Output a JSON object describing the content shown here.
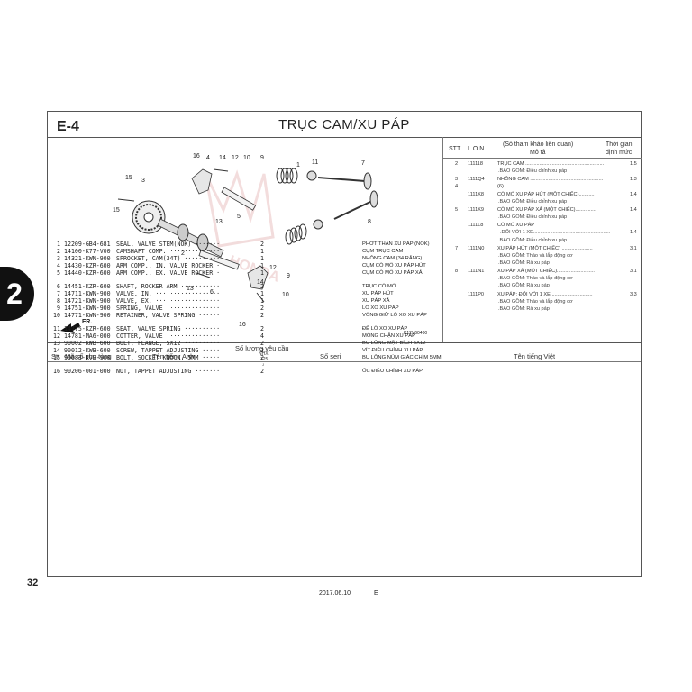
{
  "section_code": "E-4",
  "section_title": "TRỤC CAM/XU PÁP",
  "tab_number": "2",
  "page_number": "32",
  "footer": {
    "date": "2017.06.10",
    "edition": "E"
  },
  "diagram": {
    "fr_label": "FR.",
    "watermark": "HONDA",
    "figure_code": "K12V60400",
    "callouts": [
      "16",
      "4",
      "14",
      "12",
      "10",
      "9",
      "1",
      "11",
      "7",
      "15",
      "3",
      "15",
      "13",
      "5",
      "2",
      "8",
      "6",
      "13",
      "12",
      "9",
      "10",
      "14",
      "16"
    ]
  },
  "ref_table": {
    "headers": {
      "stt": "STT",
      "lon": "L.O.N.",
      "ref": "(Số tham khảo liên quan)",
      "desc": "Mô tả",
      "time": "Thời gian",
      "rate": "định mức"
    },
    "rows": [
      {
        "stt": "2",
        "lon": "111118",
        "desc": "TRỤC CAM ........................................................",
        "time": "1.5"
      },
      {
        "note": ".BAO GỒM: Điều chỉnh xu páp"
      },
      {
        "stt": "3",
        "lon": "1111Q4",
        "desc": "NHÔNG CAM ....................................................",
        "time": "1.3"
      },
      {
        "stt": "4",
        "lon": "",
        "desc": "(6)",
        "time": ""
      },
      {
        "stt": "",
        "lon": "1111K8",
        "desc": "CÒ MỔ XU PÁP HÚT (MỘT CHIẾC)...........",
        "time": "1.4"
      },
      {
        "note": ".BAO GỒM: Điều chỉnh xu páp"
      },
      {
        "stt": "5",
        "lon": "1111K9",
        "desc": "CÒ MỔ XU PÁP XẢ (MỘT CHIẾC)...............",
        "time": "1.4"
      },
      {
        "note": ".BAO GỒM: Điều chỉnh xu páp"
      },
      {
        "stt": "",
        "lon": "1111L8",
        "desc": "CÒ MỔ XU PÁP",
        "time": ""
      },
      {
        "note": ".ĐỐI VỚI 1 XE.......................................................",
        "time": "1.4"
      },
      {
        "note": ".BAO GỒM: Điều chỉnh xu páp"
      },
      {
        "stt": "7",
        "lon": "1111N0",
        "desc": "XU PÁP HÚT (MỘT CHIẾC) ......................",
        "time": "3.1"
      },
      {
        "note": ".BAO GỒM: Tháo và lắp động cơ"
      },
      {
        "note": ".BAO GỒM: Rà xu páp"
      },
      {
        "stt": "8",
        "lon": "1111N1",
        "desc": "XU PÁP XẢ (MỘT CHIẾC)...........................",
        "time": "3.1"
      },
      {
        "note": ".BAO GỒM: Tháo và lắp động cơ"
      },
      {
        "note": ".BAO GỒM: Rà xu páp"
      },
      {
        "stt": "",
        "lon": "1111P0",
        "desc": "XU PÁP: ĐỐI VỚI 1 XE..............................",
        "time": "3.3"
      },
      {
        "note": ".BAO GỒM: Tháo và lắp động cơ"
      },
      {
        "note": ".BAO GỒM: Rà xu páp"
      }
    ]
  },
  "parts_table": {
    "headers": {
      "stt": "Stt",
      "part_no": "Mã số phụ tùng",
      "name_en": "Tên tiếng Anh",
      "qty": "Số lượng yêu cầu",
      "model": "NHX",
      "model_sub": "125",
      "model_code": "J",
      "serial": "Số seri",
      "name_vn": "Tên tiếng Việt"
    },
    "rows": [
      {
        "stt": "1",
        "part_no": "12209-GB4-681",
        "name_en": "SEAL, VALVE STEM(NOK) ·······",
        "qty": "2",
        "name_vn": "PHỚT THÂN XU PÁP (NOK)"
      },
      {
        "stt": "2",
        "part_no": "14100-K77-V00",
        "name_en": "CAMSHAFT COMP. ··············",
        "qty": "1",
        "name_vn": "CỤM TRỤC CAM"
      },
      {
        "stt": "3",
        "part_no": "14321-KWN-900",
        "name_en": "SPROCKET, CAM(34T) ··········",
        "qty": "1",
        "name_vn": "NHÔNG CAM (34 RĂNG)"
      },
      {
        "stt": "4",
        "part_no": "14430-KZR-600",
        "name_en": "ARM COMP., IN. VALVE ROCKER ·",
        "qty": "1",
        "name_vn": "CỤM CÒ MỔ XU PÁP HÚT"
      },
      {
        "stt": "5",
        "part_no": "14440-KZR-600",
        "name_en": "ARM COMP., EX. VALVE ROCKER ·",
        "qty": "1",
        "name_vn": "CỤM CÒ MỔ XU PÁP XẢ"
      },
      {
        "stt": "6",
        "part_no": "14451-KZR-600",
        "name_en": "SHAFT, ROCKER ARM ···········",
        "qty": "2",
        "name_vn": "TRỤC CÒ MỔ"
      },
      {
        "stt": "7",
        "part_no": "14711-KWN-900",
        "name_en": "VALVE, IN. ··················",
        "qty": "1",
        "name_vn": "XU PÁP HÚT"
      },
      {
        "stt": "8",
        "part_no": "14721-KWN-900",
        "name_en": "VALVE, EX. ··················",
        "qty": "1",
        "name_vn": "XU PÁP XẢ"
      },
      {
        "stt": "9",
        "part_no": "14751-KWN-900",
        "name_en": "SPRING, VALVE ···············",
        "qty": "2",
        "name_vn": "LÒ XO XU PÁP"
      },
      {
        "stt": "10",
        "part_no": "14771-KWN-900",
        "name_en": "RETAINER, VALVE SPRING ······",
        "qty": "2",
        "name_vn": "VÒNG GIỮ LÒ XO XU PÁP"
      },
      {
        "stt": "11",
        "part_no": "14775-KZR-600",
        "name_en": "SEAT, VALVE SPRING ··········",
        "qty": "2",
        "name_vn": "ĐẾ LÒ XO XU PÁP"
      },
      {
        "stt": "12",
        "part_no": "14781-MA6-000",
        "name_en": "COTTER, VALVE ···············",
        "qty": "4",
        "name_vn": "MÓNG CHẶN XU PÁP"
      },
      {
        "stt": "13",
        "part_no": "90002-KWB-600",
        "name_en": "BOLT, FLANGE, 5X12 ··········",
        "qty": "2",
        "name_vn": "BU LÔNG MẶT BÍCH 5X12"
      },
      {
        "stt": "14",
        "part_no": "90012-KWB-600",
        "name_en": "SCREW, TAPPET ADJUSTING ·····",
        "qty": "2",
        "name_vn": "VÍT ĐIỀU CHỈNH XU PÁP"
      },
      {
        "stt": "15",
        "part_no": "90083-KVB-900",
        "name_en": "BOLT, SOCKET KNOCK, 5MM ·····",
        "qty": "2",
        "name_vn": "BU LÔNG NÚM GIÁC CHÌM 5MM"
      },
      {
        "stt": "16",
        "part_no": "90206-001-000",
        "name_en": "NUT, TAPPET ADJUSTING ·······",
        "qty": "2",
        "name_vn": "ỐC ĐIỀU CHỈNH XU PÁP"
      }
    ]
  }
}
